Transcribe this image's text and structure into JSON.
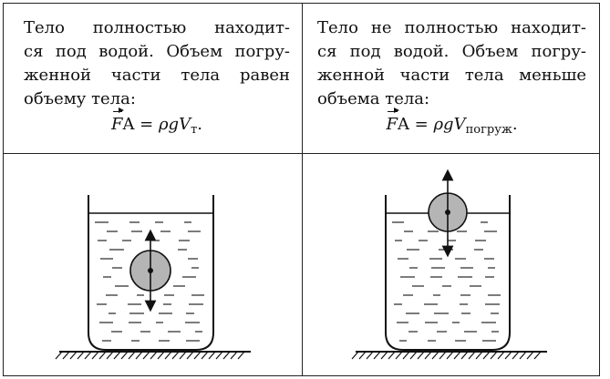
{
  "left_cell": {
    "lines": [
      "Тело полностью находит-",
      "ся под водой. Объем погру-",
      "женной части тела равен",
      "объему тела:"
    ],
    "formula": {
      "vector": "F",
      "vector_sub": "A",
      "rhs": " = ρgV",
      "rhs_sub": "т",
      "tail": "."
    }
  },
  "right_cell": {
    "lines": [
      "Тело не полностью находит-",
      "ся под водой. Объем погру-",
      "женной части тела меньше",
      "объема тела:"
    ],
    "formula": {
      "vector": "F",
      "vector_sub": "A",
      "rhs": " = ρgV",
      "rhs_sub": "погруж",
      "tail": "."
    }
  },
  "figures": {
    "left": {
      "body_position": "submerged"
    },
    "right": {
      "body_position": "floating"
    },
    "colors": {
      "body_fill": "#b5b5b5",
      "stroke": "#111111"
    }
  }
}
